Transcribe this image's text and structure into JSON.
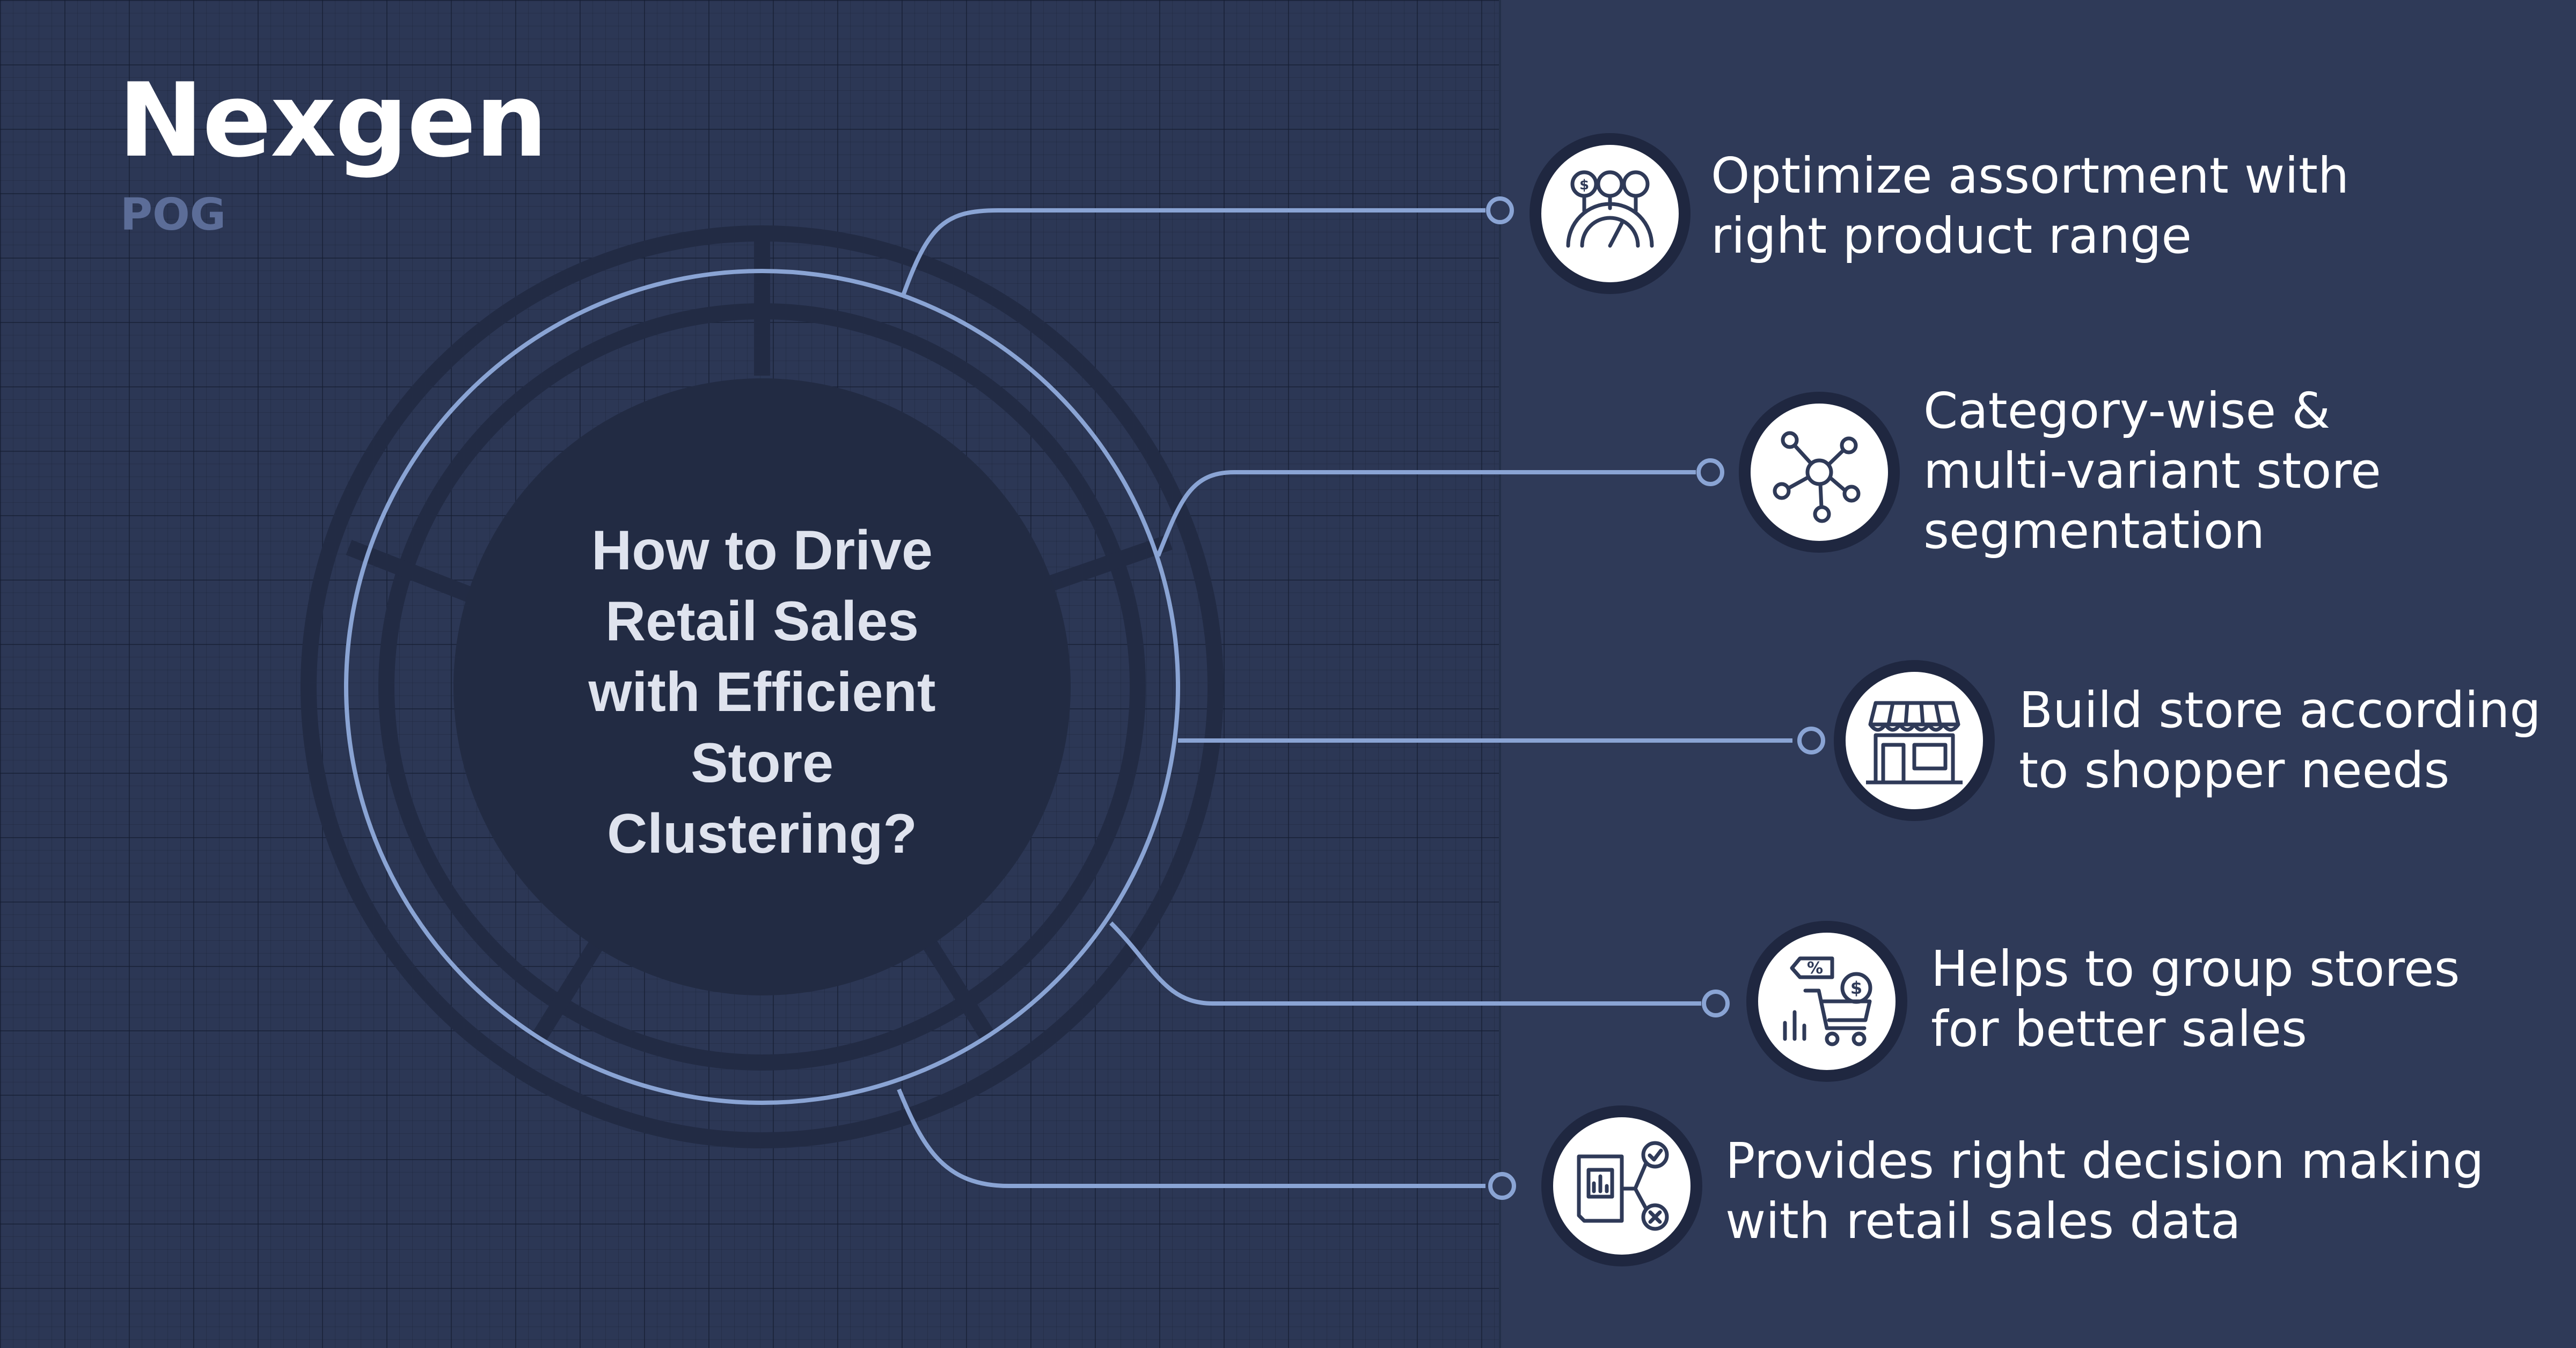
{
  "brand": {
    "name": "Nexgen",
    "product": "POG"
  },
  "center": {
    "lines": [
      "How to Drive",
      "Retail Sales",
      "with Efficient",
      "Store",
      "Clustering?"
    ]
  },
  "features": [
    {
      "icon": "gauge-dollar-icon",
      "lines": [
        "Optimize assortment with",
        "right product range"
      ]
    },
    {
      "icon": "network-nodes-icon",
      "lines": [
        "Category-wise &",
        "multi-variant store",
        "segmentation"
      ]
    },
    {
      "icon": "storefront-icon",
      "lines": [
        "Build store according",
        "to shopper needs"
      ]
    },
    {
      "icon": "cart-discount-icon",
      "lines": [
        "Helps to group stores",
        "for better sales"
      ]
    },
    {
      "icon": "report-decision-icon",
      "lines": [
        "Provides right decision making",
        "with retail sales data"
      ]
    }
  ],
  "colors": {
    "background": "#2f3a58",
    "grid_panel": "#2c3755",
    "line": "#8aa4d4",
    "center_disc": "#222b43",
    "icon_ring": "#1f2740",
    "text": "#ffffff",
    "brand_sub": "#5c6d98"
  }
}
